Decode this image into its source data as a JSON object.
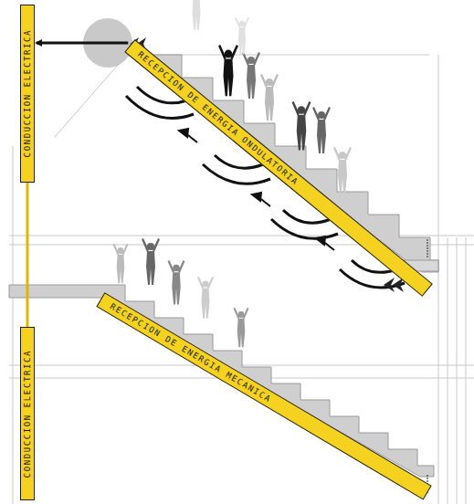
{
  "diagram": {
    "nodes": [
      {
        "text": [
          "CONDUCCION ELECTRICA"
        ]
      },
      {
        "text": [
          "RECEPCION DE ENERGIA ONDULATORIA"
        ]
      },
      {
        "text": [
          "RECEPCION DE ENERGIA MECANICA"
        ]
      },
      {
        "text": [
          "CONDUCCION ELECTRICA"
        ]
      }
    ],
    "edges": [
      {
        "from": 1,
        "to": 0,
        "arrow": "to"
      },
      {
        "from": 0,
        "to": 3,
        "arrow": "none"
      }
    ]
  }
}
